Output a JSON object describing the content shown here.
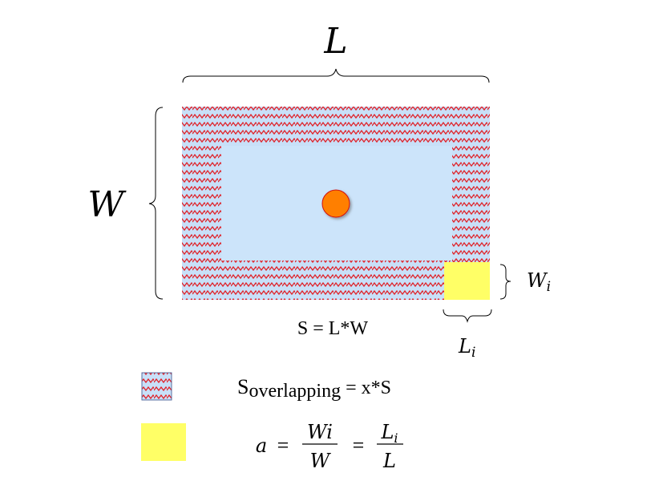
{
  "labels": {
    "L": "L",
    "W": "W",
    "Wi_base": "W",
    "Wi_sub": "i",
    "Li_base": "L",
    "Li_sub": "i",
    "area_formula": "S = L*W"
  },
  "legend": {
    "overlap": {
      "S": "S",
      "sub": "overlapping",
      "rhs": " = x*S"
    },
    "ratio": {
      "a": "a",
      "eq1": "=",
      "num1": "Wi",
      "den1": "W",
      "eq2": "=",
      "num2_base": "L",
      "num2_sub": "i",
      "den2": "L"
    }
  },
  "colors": {
    "outer_fill": "#c8e0f8",
    "inner_fill": "#cce4fa",
    "zigzag": "#e0232a",
    "square": "#ffff66",
    "circle": "#ff7f00",
    "circle_stroke": "#d01010"
  }
}
